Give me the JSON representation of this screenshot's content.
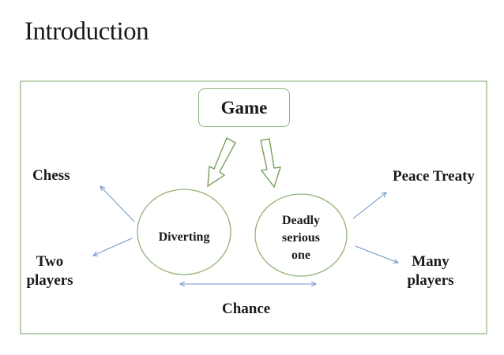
{
  "title": "Introduction",
  "diagram": {
    "center": "Game",
    "left_ellipse": "Diverting",
    "right_ellipse": [
      "Deadly",
      "serious",
      "one"
    ],
    "left_top": "Chess",
    "left_bottom": [
      "Two",
      "players"
    ],
    "right_top": "Peace Treaty",
    "right_bottom": [
      "Many",
      "players"
    ],
    "bottom": "Chance"
  },
  "colors": {
    "frame": "#8fb27a",
    "ellipse": "#8fb27a",
    "arrow": "#6f93c9",
    "block_arrow": "#6e9a52"
  }
}
